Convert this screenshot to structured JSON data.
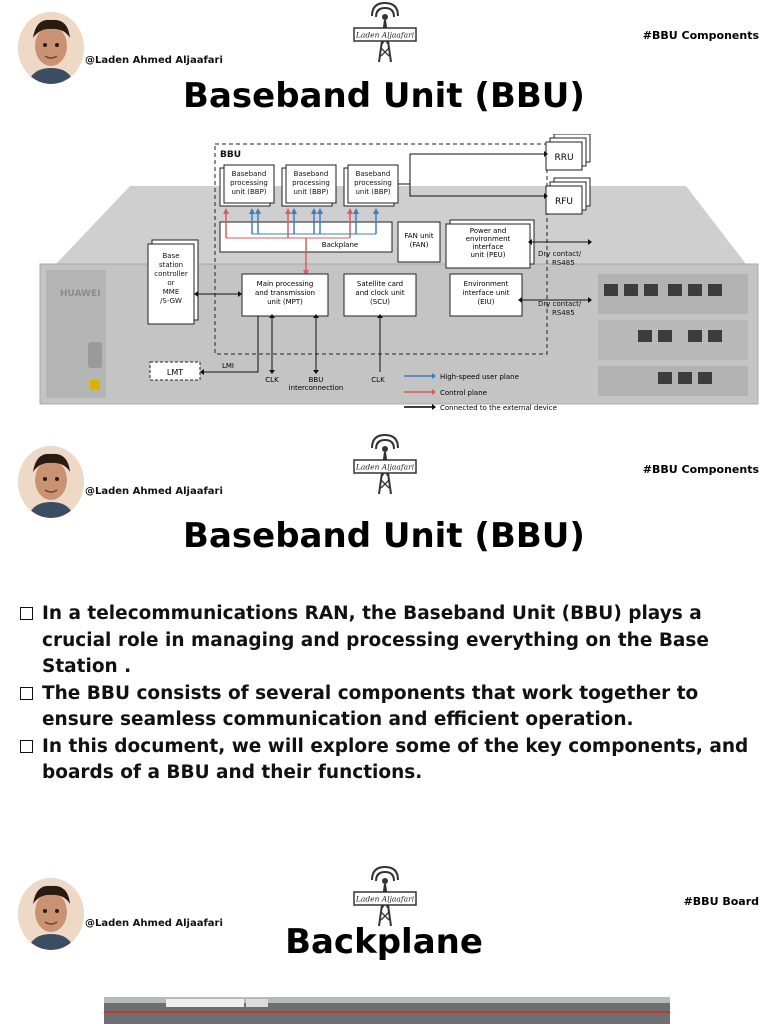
{
  "pages": [
    {
      "author": "@Laden Ahmed Aljaafari",
      "tag": "#BBU Components",
      "title": "Baseband Unit (BBU)",
      "logo_text": "Laden Aljaafari"
    },
    {
      "author": "@Laden Ahmed Aljaafari",
      "tag": "#BBU Components",
      "title": "Baseband Unit (BBU)",
      "logo_text": "Laden Aljaafari",
      "bullets": [
        "In a telecommunications RAN, the Baseband Unit (BBU) plays a crucial role in managing and processing everything on the Base Station .",
        "The BBU consists of several components that work together to ensure seamless communication and efficient operation.",
        "In this document, we will explore some of the key components, and boards of a BBU and their functions."
      ]
    },
    {
      "author": "@Laden Ahmed Aljaafari",
      "tag": "#BBU Board",
      "title": "Backplane",
      "logo_text": "Laden Aljaafari"
    }
  ],
  "diagram": {
    "bbu_label": "BBU",
    "bbp_label": "Baseband processing unit (BBP)",
    "rru": "RRU",
    "rfu": "RFU",
    "backplane": "Backplane",
    "fan": "FAN unit (FAN)",
    "peu": "Power and environment interface unit (PEU)",
    "bsc": "Base station controller or MME /S-GW",
    "mpt": "Main processing and transmission unit (MPT)",
    "scu": "Satellite card and clock unit (SCU)",
    "eiu": "Environment interface unit (EIU)",
    "dry1": "Dry contact/ RS485",
    "dry2": "Dry contact/ RS485",
    "lmt": "LMT",
    "lmi": "LMI",
    "clk1": "CLK",
    "bbu_interconnection": "BBU interconnection",
    "clk2": "CLK",
    "huawei": "HUAWEI",
    "legend": [
      {
        "label": "High-speed user plane",
        "color": "#3a7fc4"
      },
      {
        "label": "Control plane",
        "color": "#e05a5a"
      },
      {
        "label": "Connected to the external device",
        "color": "#000000"
      }
    ]
  }
}
